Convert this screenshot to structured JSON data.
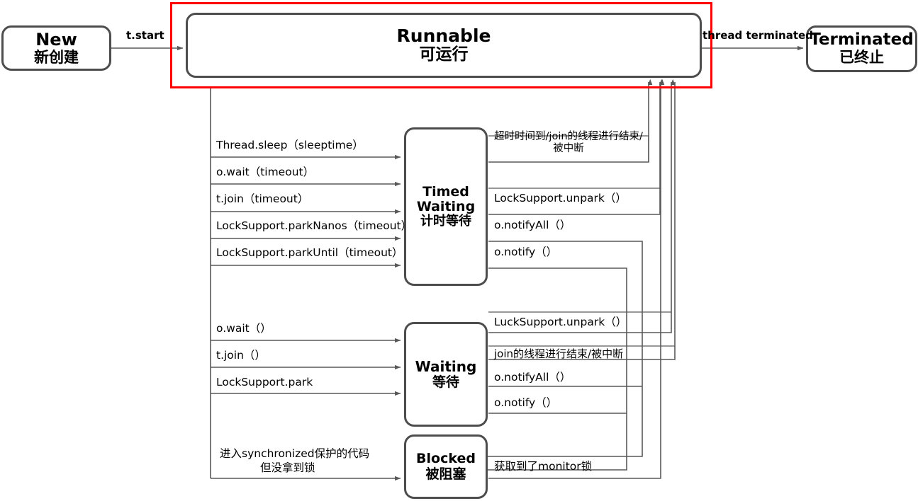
{
  "diagram": {
    "title_note": "Java thread state transition diagram",
    "highlight_color": "#ff0000",
    "box_border_color": "#4d4d4d",
    "line_color": "#595959"
  },
  "states": {
    "new": {
      "en": "New",
      "cn": "新创建"
    },
    "runnable": {
      "en": "Runnable",
      "cn": "可运行"
    },
    "terminated": {
      "en": "Terminated",
      "cn": "已终止"
    },
    "timed_waiting": {
      "en_line1": "Timed",
      "en_line2": "Waiting",
      "cn": "计时等待"
    },
    "waiting": {
      "en": "Waiting",
      "cn": "等待"
    },
    "blocked": {
      "en": "Blocked",
      "cn": "被阻塞"
    }
  },
  "transitions": {
    "start": "t.start",
    "terminated": "thread terminated",
    "to_timed_waiting": [
      "Thread.sleep（sleeptime）",
      "o.wait（timeout）",
      "t.join（timeout）",
      "LockSupport.parkNanos（timeout）",
      "LockSupport.parkUntil（timeout）"
    ],
    "from_timed_waiting": [
      "超时时间到/join的线程进行结束/被中断",
      "LockSupport.unpark（）",
      "o.notifyAll（）",
      "o.notify（）"
    ],
    "to_waiting": [
      "o.wait（）",
      "t.join（）",
      "LockSupport.park"
    ],
    "from_waiting": [
      "LuckSupport.unpark（）",
      "join的线程进行结束/被中断",
      "o.notifyAll（）",
      "o.notify（）"
    ],
    "to_blocked_line1": "进入synchronized保护的代码",
    "to_blocked_line2": "但没拿到锁",
    "from_blocked": "获取到了monitor锁"
  }
}
